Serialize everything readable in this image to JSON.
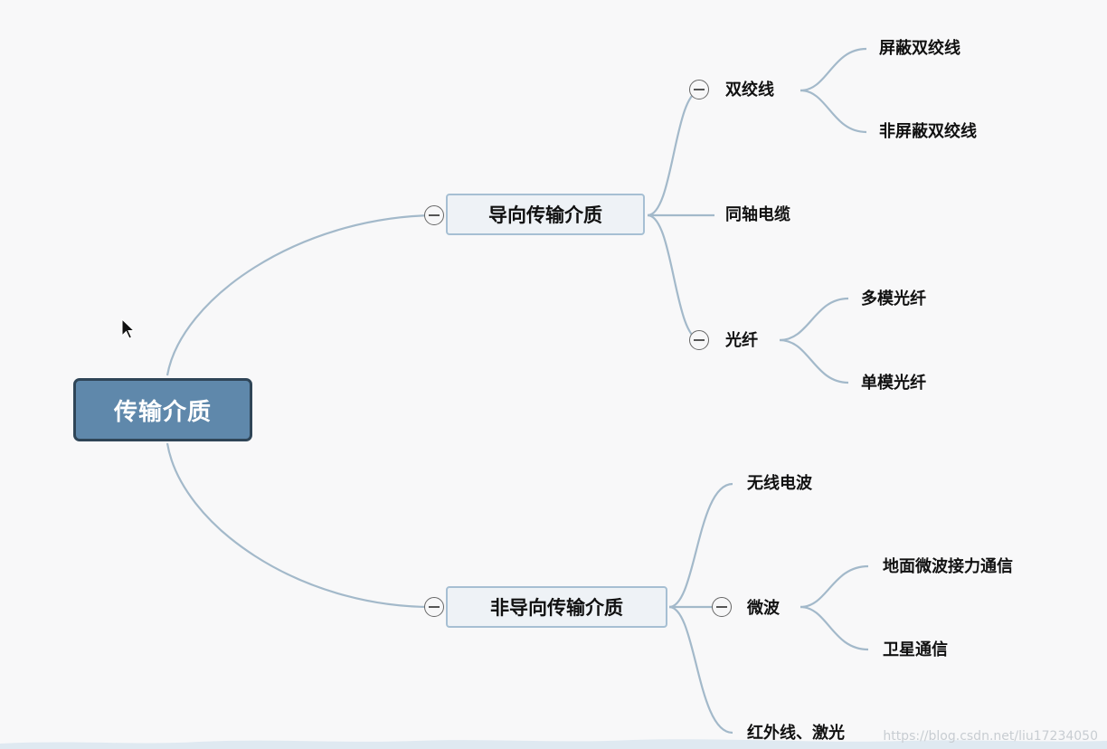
{
  "root": {
    "label": "传输介质"
  },
  "guided": {
    "label": "导向传输介质",
    "twisted_pair": {
      "label": "双绞线",
      "children": [
        "屏蔽双绞线",
        "非屏蔽双绞线"
      ]
    },
    "coax": {
      "label": "同轴电缆"
    },
    "fiber": {
      "label": "光纤",
      "children": [
        "多模光纤",
        "单模光纤"
      ]
    }
  },
  "unguided": {
    "label": "非导向传输介质",
    "radio": {
      "label": "无线电波"
    },
    "microwave": {
      "label": "微波",
      "children": [
        "地面微波接力通信",
        "卫星通信"
      ]
    },
    "infrared": {
      "label": "红外线、激光"
    }
  },
  "watermark": "https://blog.csdn.net/liu17234050",
  "colors": {
    "link": "#9fb6c8",
    "root_fill": "#5f88ab",
    "root_border": "#2f4557",
    "main_fill": "#eef2f6",
    "main_border": "#a6bfd3"
  }
}
